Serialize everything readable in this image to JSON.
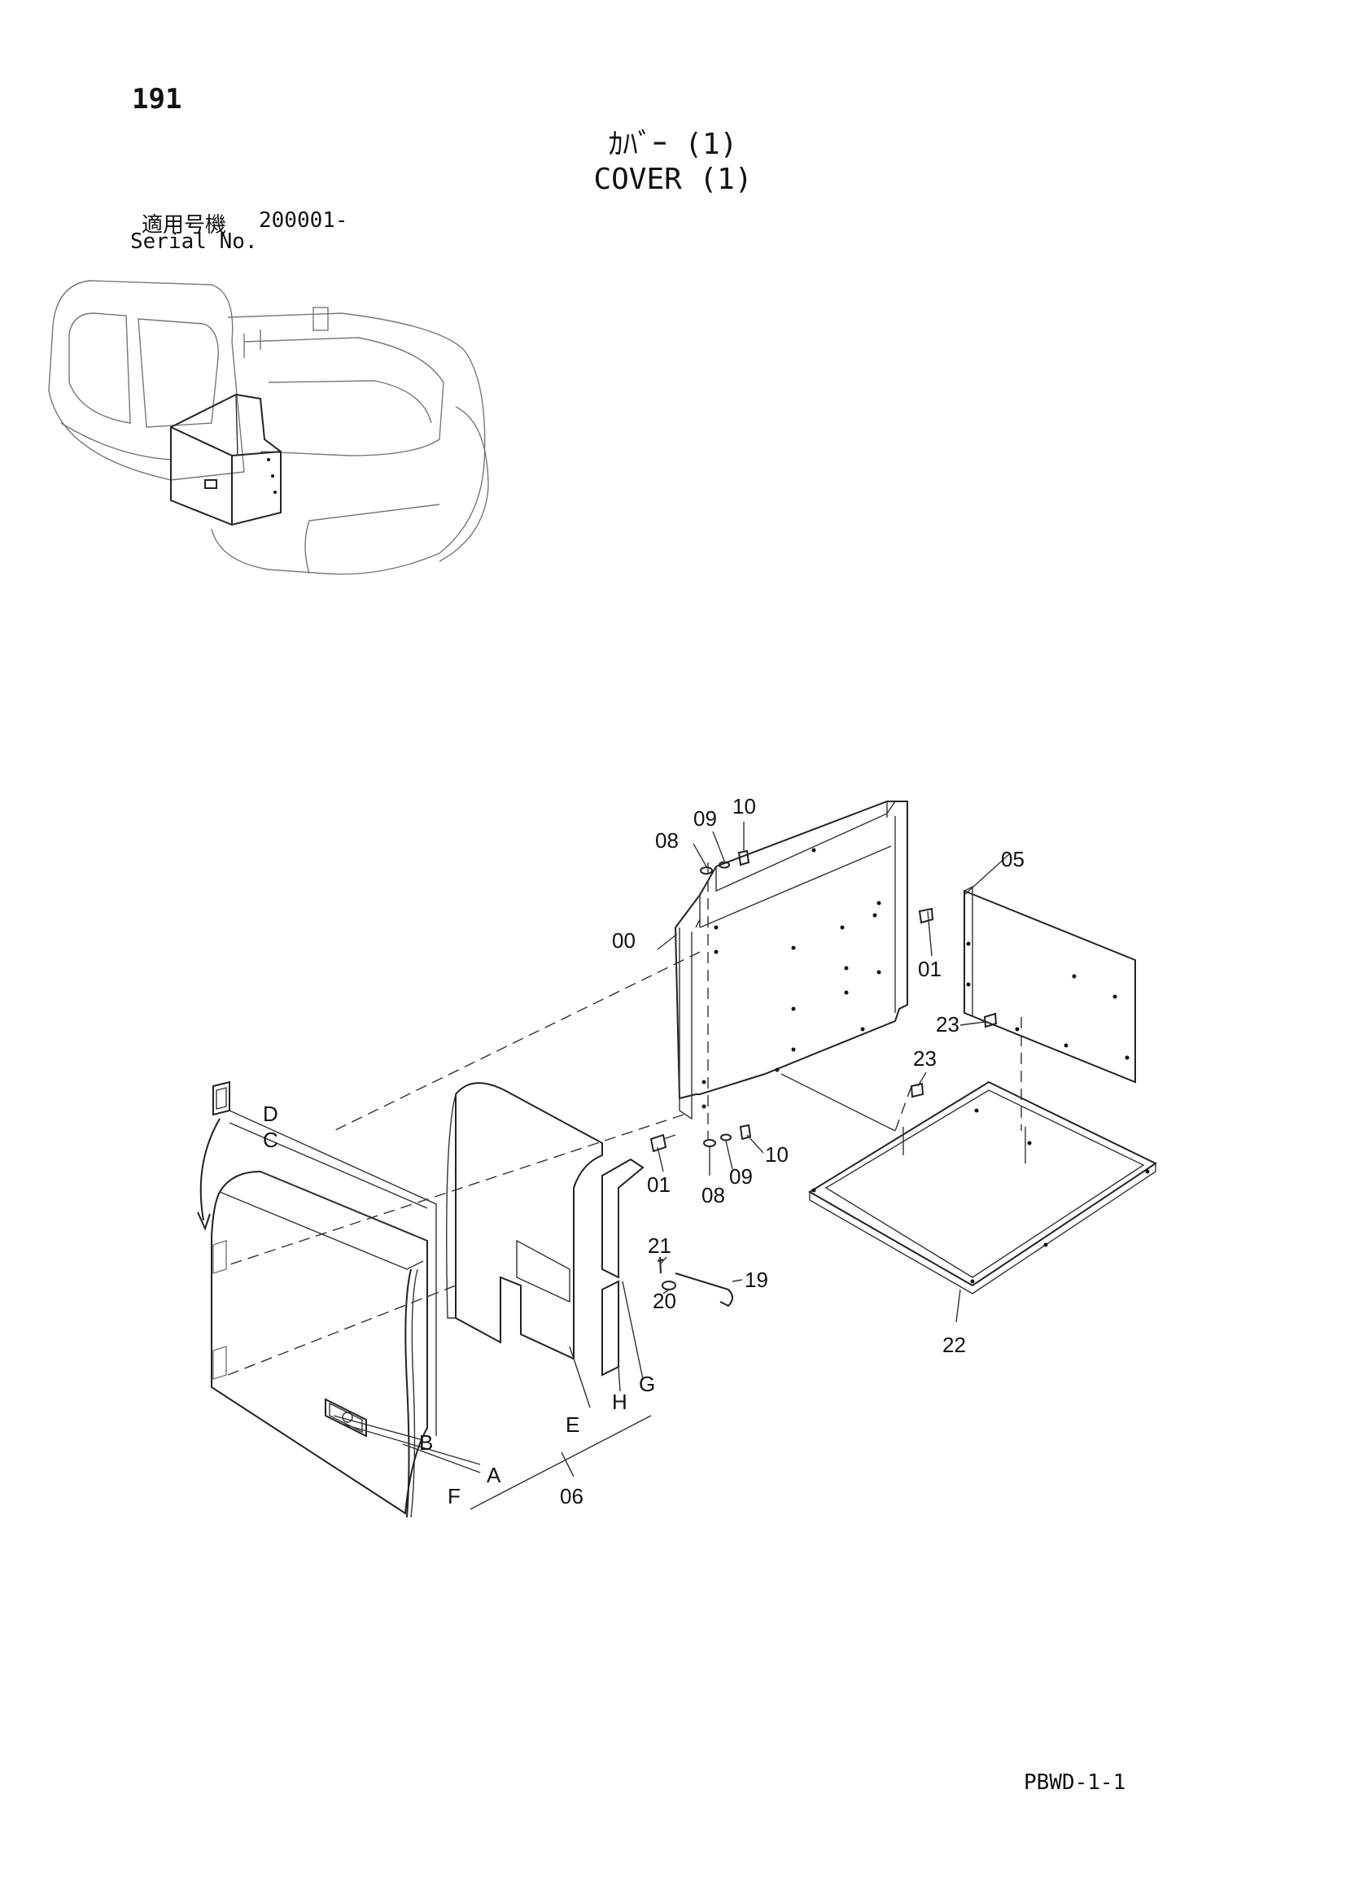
{
  "header": {
    "page_number": "191",
    "title_jp": "ｶﾊﾞｰ (1)",
    "title_en": "COVER (1)",
    "serial_label_jp": "適用号機",
    "serial_value": "200001-",
    "serial_label_en": "Serial No."
  },
  "callouts": {
    "c00": "00",
    "c01a": "01",
    "c01b": "01",
    "c05": "05",
    "c06": "06",
    "c08a": "08",
    "c08b": "08",
    "c09a": "09",
    "c09b": "09",
    "c10a": "10",
    "c10b": "10",
    "c19": "19",
    "c20": "20",
    "c21": "21",
    "c22": "22",
    "c23a": "23",
    "c23b": "23",
    "cA": "A",
    "cB": "B",
    "cC": "C",
    "cD": "D",
    "cE": "E",
    "cF": "F",
    "cG": "G",
    "cH": "H"
  },
  "footer": {
    "doc_code": "PBWD-1-1"
  }
}
